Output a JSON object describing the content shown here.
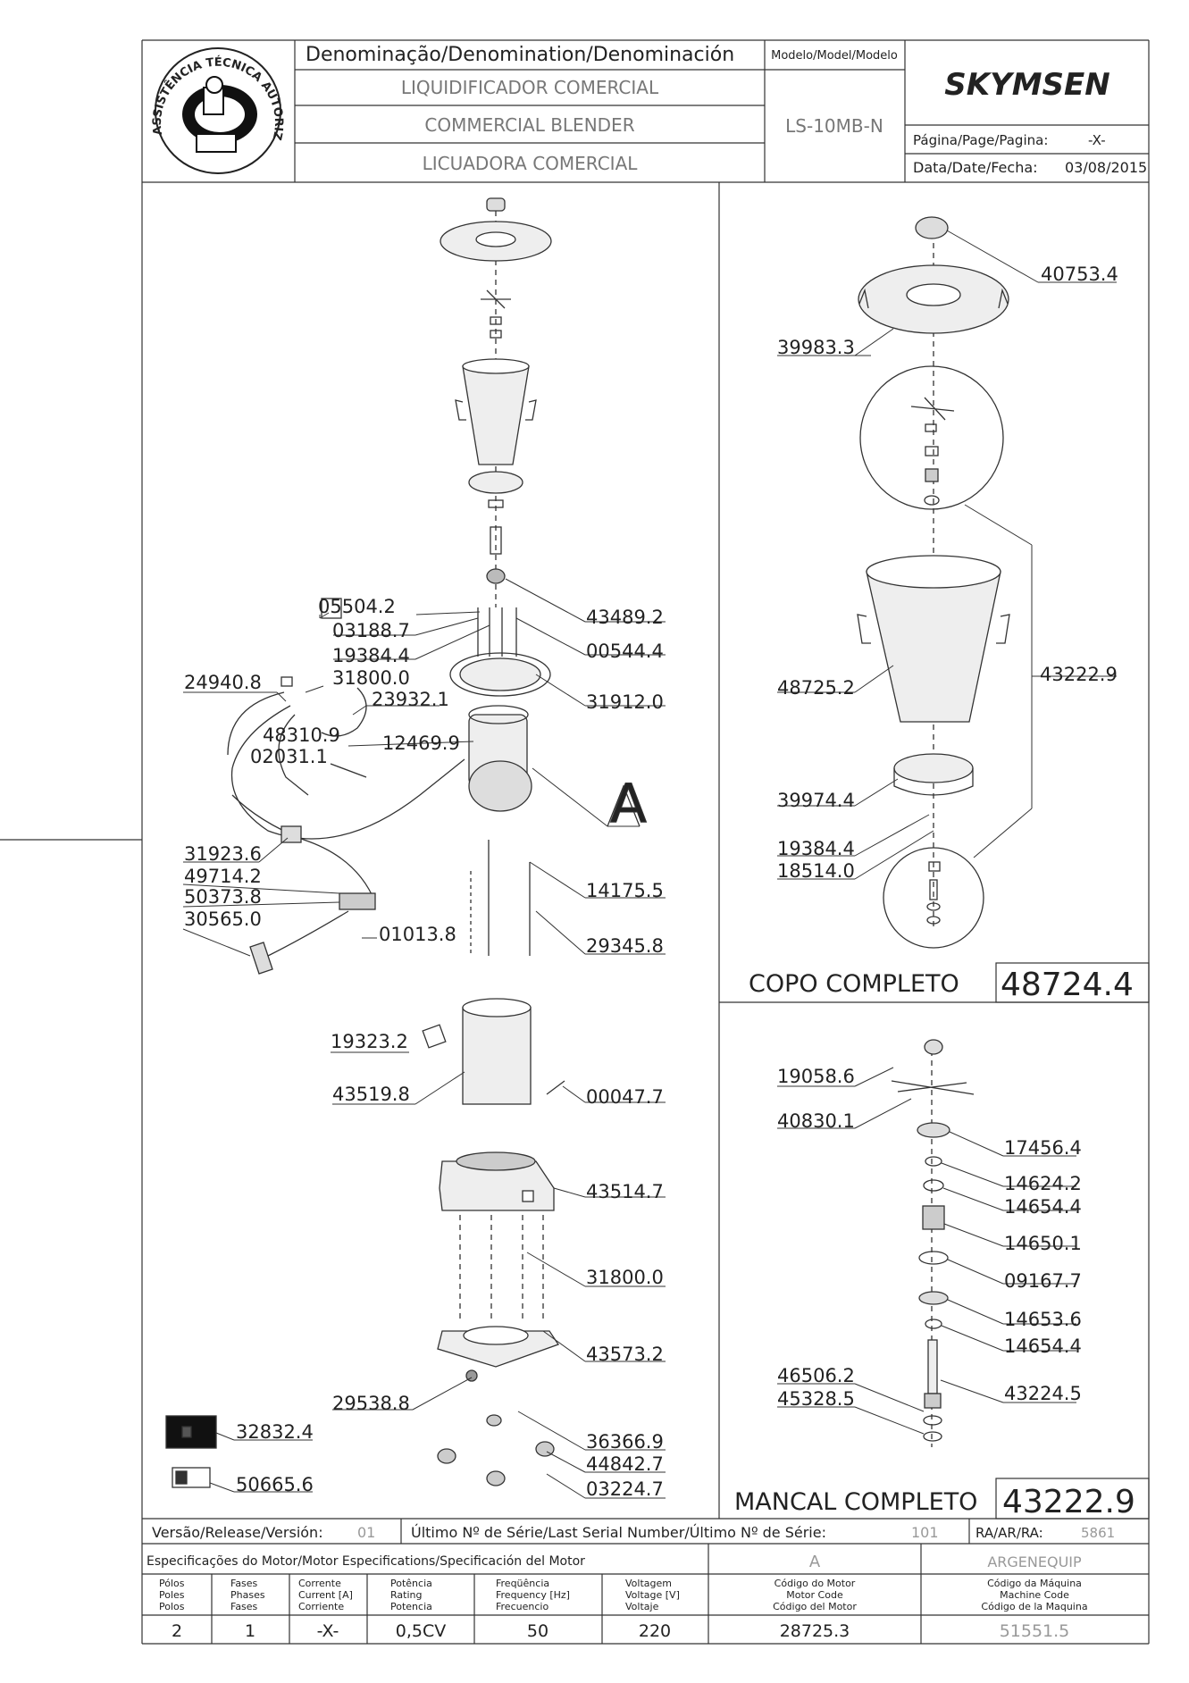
{
  "header": {
    "denomination_label": "Denominação/Denomination/Denominación",
    "name_pt": "LIQUIDIFICADOR COMERCIAL",
    "name_en": "COMMERCIAL BLENDER",
    "name_es": "LICUADORA COMERCIAL",
    "model_label": "Modelo/Model/Modelo",
    "model_value": "LS-10MB-N",
    "brand": "SKYMSEN",
    "page_label": "Página/Page/Pagina:",
    "page_value": "-X-",
    "date_label": "Data/Date/Fecha:",
    "date_value": "03/08/2015",
    "seal_text": "ASSISTÊNCIA TÉCNICA AUTORIZADA"
  },
  "main_parts": [
    {
      "code": "43489.2"
    },
    {
      "code": "05504.2"
    },
    {
      "code": "03188.7"
    },
    {
      "code": "00544.4"
    },
    {
      "code": "19384.4"
    },
    {
      "code": "31800.0"
    },
    {
      "code": "31912.0"
    },
    {
      "code": "24940.8"
    },
    {
      "code": "23932.1"
    },
    {
      "code": "48310.9"
    },
    {
      "code": "12469.9"
    },
    {
      "code": "02031.1"
    },
    {
      "code": "31923.6"
    },
    {
      "code": "49714.2"
    },
    {
      "code": "50373.8"
    },
    {
      "code": "14175.5"
    },
    {
      "code": "30565.0"
    },
    {
      "code": "01013.8"
    },
    {
      "code": "29345.8"
    },
    {
      "code": "19323.2"
    },
    {
      "code": "43519.8"
    },
    {
      "code": "00047.7"
    },
    {
      "code": "43514.7"
    },
    {
      "code": "31800.0"
    },
    {
      "code": "43573.2"
    },
    {
      "code": "29538.8"
    },
    {
      "code": "32832.4"
    },
    {
      "code": "36366.9"
    },
    {
      "code": "44842.7"
    },
    {
      "code": "50665.6"
    },
    {
      "code": "03224.7"
    }
  ],
  "detail_a_label": "A",
  "cup_parts": [
    {
      "code": "40753.4"
    },
    {
      "code": "39983.3"
    },
    {
      "code": "48725.2"
    },
    {
      "code": "43222.9"
    },
    {
      "code": "39974.4"
    },
    {
      "code": "19384.4"
    },
    {
      "code": "18514.0"
    }
  ],
  "cup_title": "COPO COMPLETO",
  "cup_code": "48724.4",
  "bearing_parts": [
    {
      "code": "19058.6"
    },
    {
      "code": "40830.1"
    },
    {
      "code": "17456.4"
    },
    {
      "code": "14624.2"
    },
    {
      "code": "14654.4"
    },
    {
      "code": "14650.1"
    },
    {
      "code": "09167.7"
    },
    {
      "code": "14653.6"
    },
    {
      "code": "14654.4"
    },
    {
      "code": "46506.2"
    },
    {
      "code": "43224.5"
    },
    {
      "code": "45328.5"
    }
  ],
  "bearing_title": "MANCAL COMPLETO",
  "bearing_code": "43222.9",
  "release": {
    "version_label": "Versão/Release/Versión:",
    "version_value": "01",
    "serial_label": "Último Nº de Série/Last Serial Number/Último Nº de Série:",
    "serial_value": "101",
    "ra_label": "RA/AR/RA:",
    "ra_value": "5861"
  },
  "specs": {
    "title": "Especificações do Motor/Motor Especifications/Specificación del Motor",
    "motor_letter": "A",
    "manufacturer": "ARGENEQUIP",
    "columns": [
      {
        "l1": "Pólos",
        "l2": "Poles",
        "l3": "Polos",
        "value": "2"
      },
      {
        "l1": "Fases",
        "l2": "Phases",
        "l3": "Fases",
        "value": "1"
      },
      {
        "l1": "Corrente",
        "l2": "Current [A]",
        "l3": "Corriente",
        "value": "-X-"
      },
      {
        "l1": "Potência",
        "l2": "Rating",
        "l3": "Potencia",
        "value": "0,5CV"
      },
      {
        "l1": "Freqüência",
        "l2": "Frequency [Hz]",
        "l3": "Frecuencio",
        "value": "50"
      },
      {
        "l1": "Voltagem",
        "l2": "Voltage [V]",
        "l3": "Voltaje",
        "value": "220"
      },
      {
        "l1": "Código do Motor",
        "l2": "Motor Code",
        "l3": "Código del Motor",
        "value": "28725.3"
      },
      {
        "l1": "Código da Máquina",
        "l2": "Machine Code",
        "l3": "Código de la Maquina",
        "value": "51551.5"
      }
    ]
  }
}
